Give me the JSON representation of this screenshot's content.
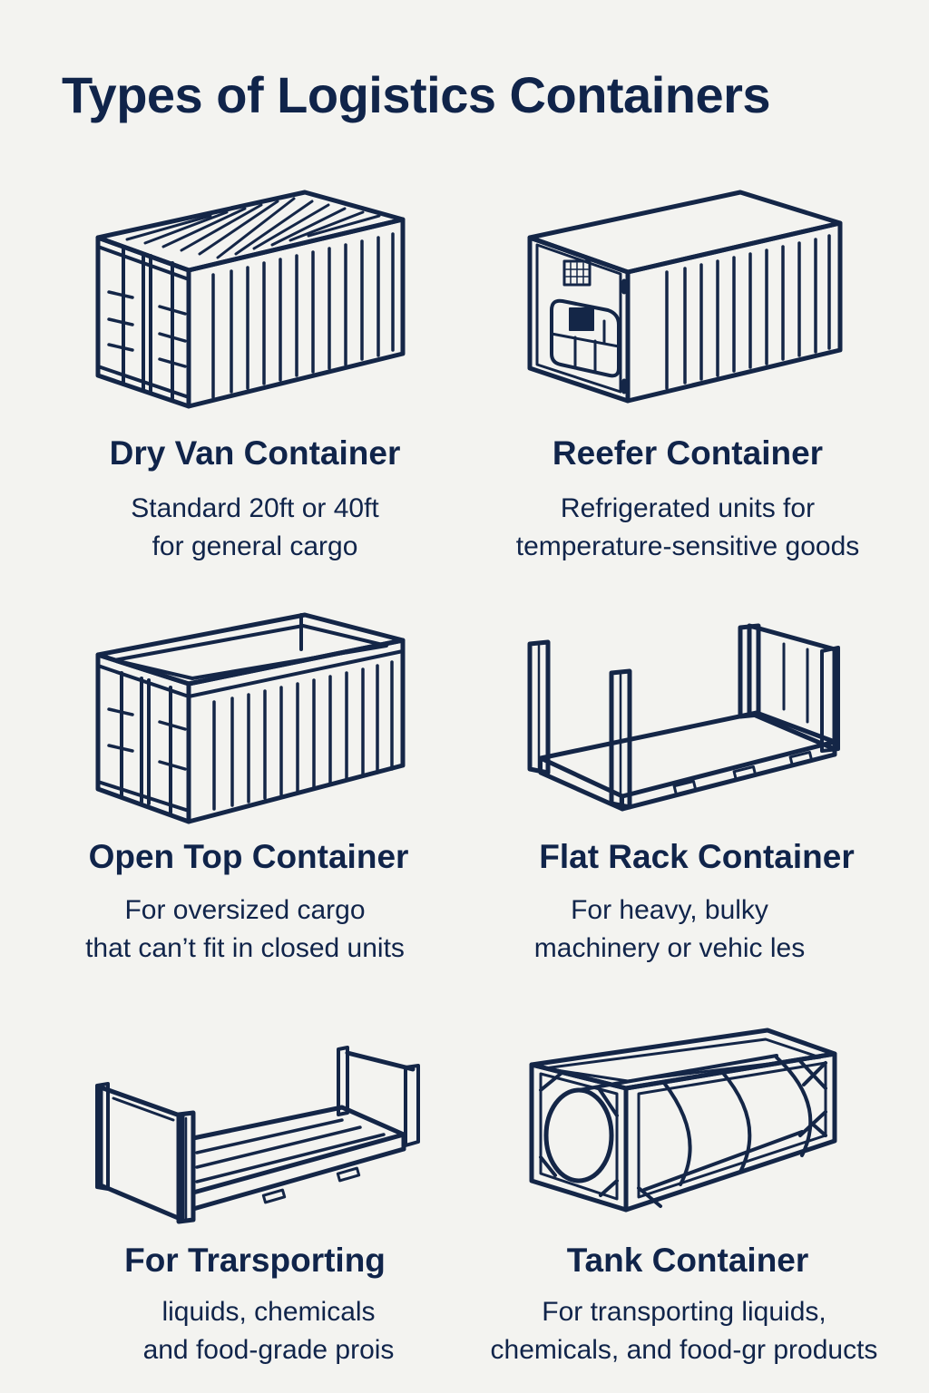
{
  "title": "Types of Logistics Containers",
  "colors": {
    "background": "#f3f3f0",
    "ink": "#142647"
  },
  "containers": [
    {
      "name": "Dry Van Container",
      "description": [
        "Standard 20ft or 40ft",
        "for general cargo"
      ],
      "icon": "dry-van-container-icon"
    },
    {
      "name": "Reefer Container",
      "description": [
        "Refrigerated units for",
        "temperature-sensitive goods"
      ],
      "icon": "reefer-container-icon"
    },
    {
      "name": "Open Top Container",
      "description": [
        "For oversized cargo",
        "that can’t fit in closed units"
      ],
      "icon": "open-top-container-icon"
    },
    {
      "name": "Flat Rack Container",
      "description": [
        "For heavy, bulky",
        "machinery or vehic les"
      ],
      "icon": "flat-rack-container-icon"
    },
    {
      "name": "For Trarsporting",
      "description": [
        "liquids, chemicals",
        "and food-grade prois"
      ],
      "icon": "flat-rack-low-container-icon"
    },
    {
      "name": "Tank Container",
      "description": [
        "For transporting liquids,",
        "chemicals, and food-gr products"
      ],
      "icon": "tank-container-icon"
    }
  ]
}
